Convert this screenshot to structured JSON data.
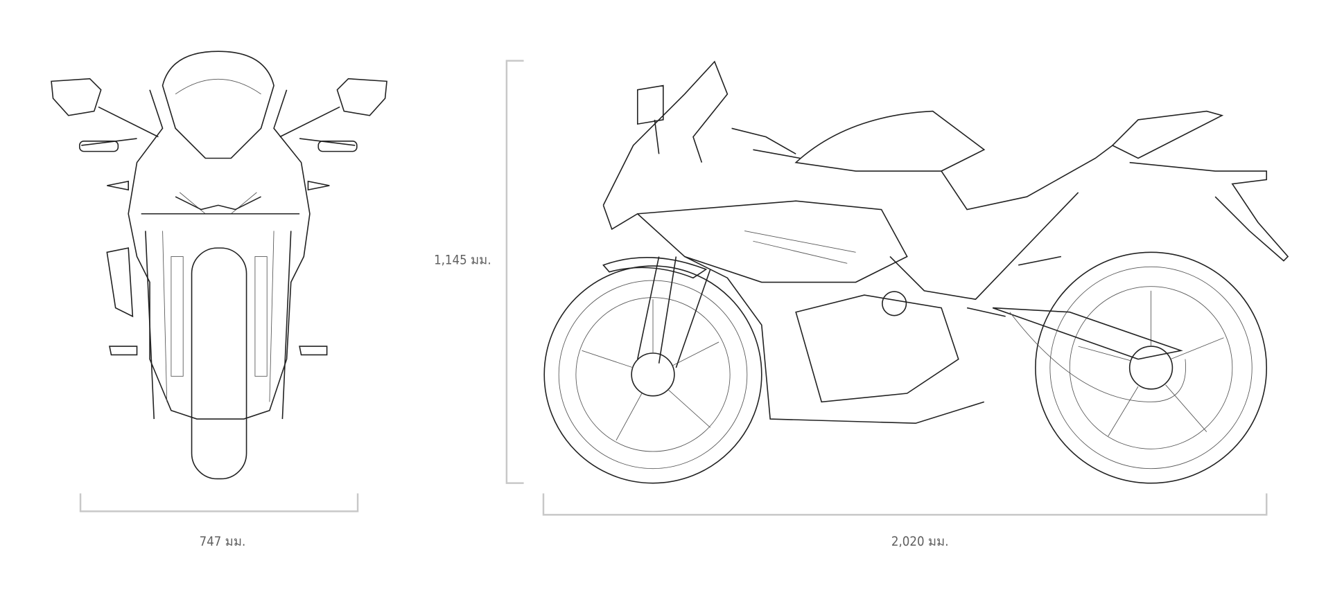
{
  "dimensions": {
    "width_label": "747 มม.",
    "height_label": "1,145 มม.",
    "length_label": "2,020 มม."
  },
  "drawings": {
    "front_view": "motorcycle-front-view",
    "side_view": "motorcycle-side-view"
  },
  "colors": {
    "dimension_line": "#c8c8c8",
    "label_text": "#5f5f5f",
    "drawing_line": "#222222"
  }
}
